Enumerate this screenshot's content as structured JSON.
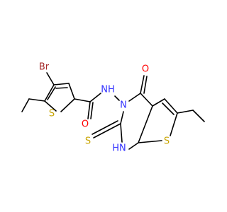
{
  "colors": {
    "bond": "#000000",
    "carbon": "#000000",
    "nitrogen": "#3333ff",
    "oxygen": "#ff0000",
    "sulfur": "#c8a400",
    "bromine": "#a52a2a"
  },
  "atoms": {
    "br": "Br",
    "s_left": "S",
    "o_amide": "O",
    "nh": "NH",
    "n_ring": "N",
    "o_ketone": "O",
    "s_thione": "S",
    "hn": "HN",
    "s_right": "S"
  }
}
